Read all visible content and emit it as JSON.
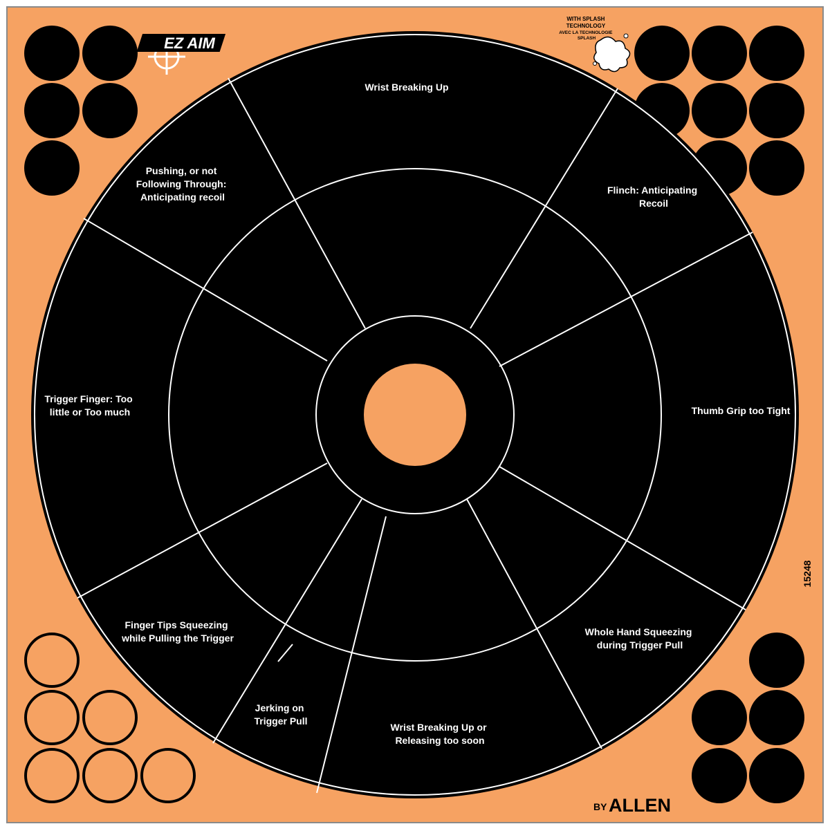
{
  "colors": {
    "background": "#F6A262",
    "frame": "#8A8A8A",
    "target": "#000000",
    "lines": "#FFFFFF",
    "bullseye": "#F6A262"
  },
  "brand": {
    "logo": "EZ AIM",
    "maker_prefix": "BY",
    "maker": "ALLEN",
    "splash_line1": "WITH SPLASH",
    "splash_line2": "TECHNOLOGY",
    "splash_line3": "AVEC LA TECHNOLOGIE",
    "splash_line4": "SPLASH",
    "product_number": "15248"
  },
  "zones": [
    {
      "id": "top",
      "lines": [
        "Wrist Breaking Up"
      ]
    },
    {
      "id": "upper-right",
      "lines": [
        "Flinch: Anticipating",
        "Recoil"
      ]
    },
    {
      "id": "right",
      "lines": [
        "Thumb Grip too Tight"
      ]
    },
    {
      "id": "lower-right",
      "lines": [
        "Whole Hand Squeezing",
        "during Trigger Pull"
      ]
    },
    {
      "id": "bottom",
      "lines": [
        "Wrist Breaking Up or",
        "Releasing too soon"
      ]
    },
    {
      "id": "bottom-left-small",
      "lines": [
        "Jerking on",
        "Trigger Pull"
      ]
    },
    {
      "id": "lower-left",
      "lines": [
        "Finger Tips Squeezing",
        "while Pulling the Trigger"
      ]
    },
    {
      "id": "left",
      "lines": [
        "Trigger Finger: Too",
        "little or Too much"
      ]
    },
    {
      "id": "upper-left",
      "lines": [
        "Pushing, or not",
        "Following Through:",
        "Anticipating recoil"
      ]
    }
  ],
  "stickers": {
    "top_left": {
      "style": "filled",
      "count": 5
    },
    "top_right": {
      "style": "filled",
      "count": 8
    },
    "bottom_left": {
      "style": "outline",
      "count": 6
    },
    "bottom_right": {
      "style": "filled",
      "count": 5
    }
  }
}
